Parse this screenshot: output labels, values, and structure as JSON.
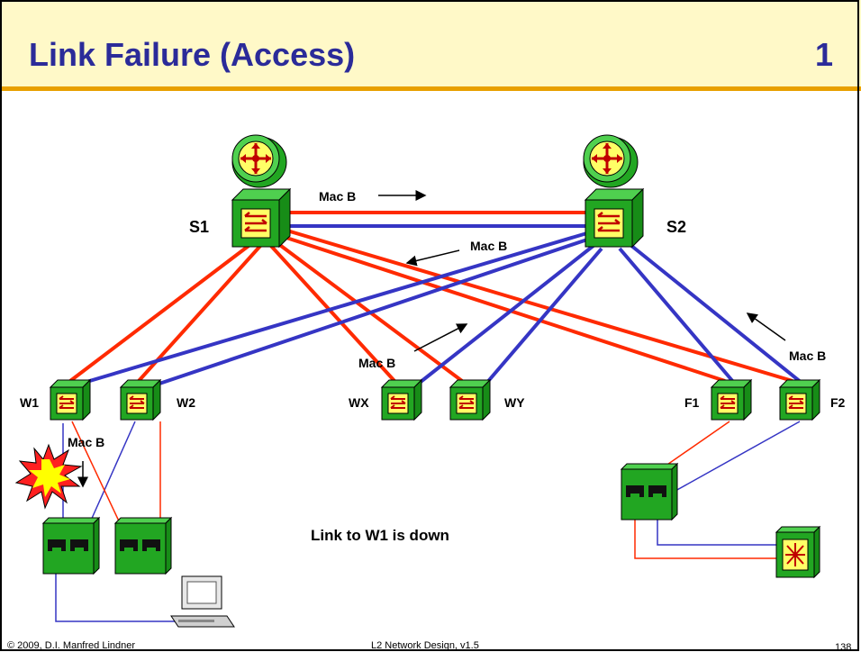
{
  "slide": {
    "title": "Link Failure (Access)",
    "slide_number": "1",
    "colors": {
      "header_bg": "#fff9c8",
      "title": "#2b2b99",
      "rule": "#e8a000",
      "red_link": "#ff2a00",
      "blue_link": "#3535c4",
      "switch_green": "#2eb82e",
      "switch_yellow": "#ffff66"
    }
  },
  "nodes": {
    "s1": "S1",
    "s2": "S2",
    "w1": "W1",
    "w2": "W2",
    "wx": "WX",
    "wy": "WY",
    "f1": "F1",
    "f2": "F2"
  },
  "annotations": {
    "mac_top": "Mac B",
    "mac_s2": "Mac B",
    "mac_mid": "Mac B",
    "mac_right": "Mac B",
    "mac_w1": "Mac B",
    "status": "Link to W1 is down"
  },
  "footer": {
    "copyright": "© 2009, D.I. Manfred Lindner",
    "course": "L2 Network Design, v1.5",
    "page": "138"
  }
}
